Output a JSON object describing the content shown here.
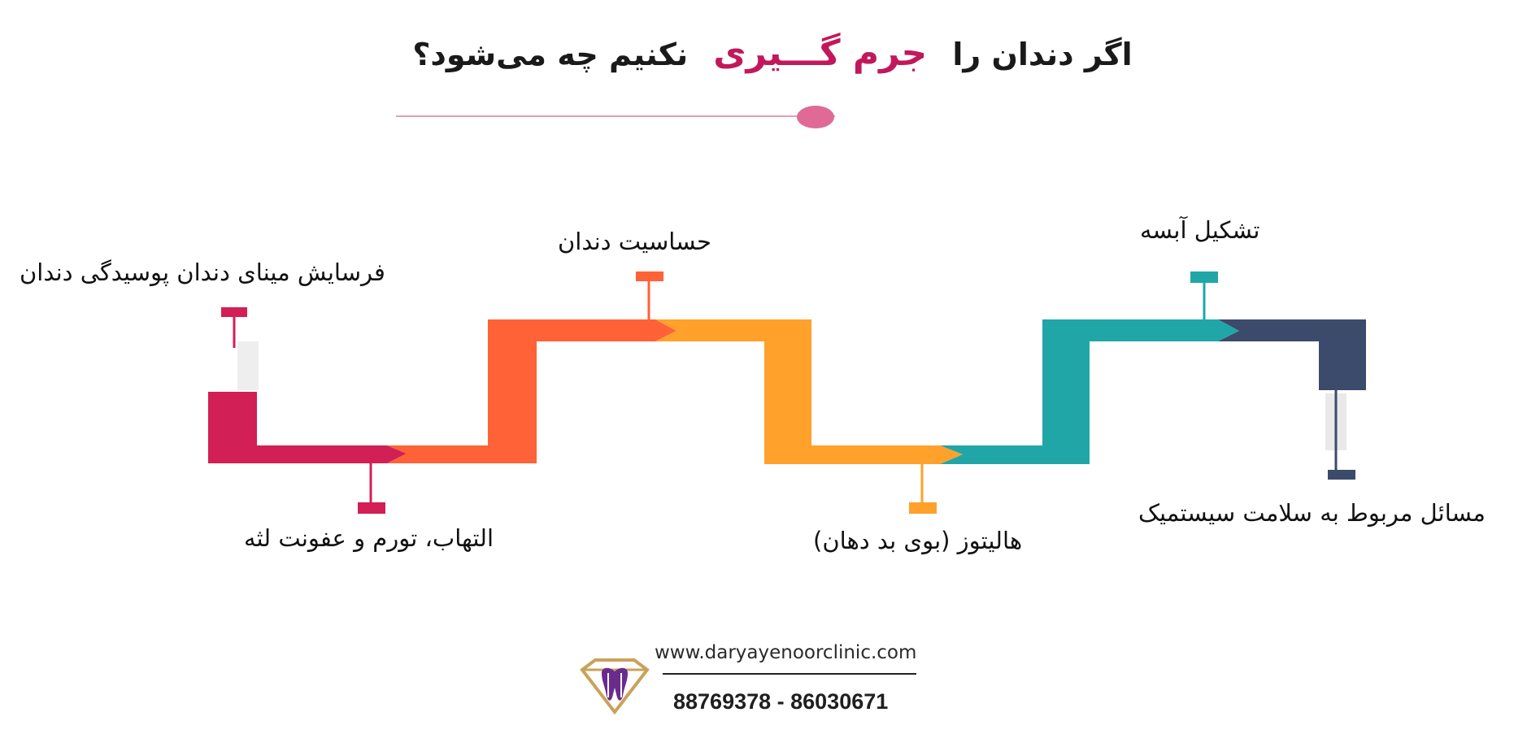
{
  "title": {
    "part_start": "اگر دندان را",
    "highlight": "جرم گـــیری",
    "part_end": "نکنیم چه می‌شود؟"
  },
  "colors": {
    "crimson": "#d21f55",
    "orange": "#ff6236",
    "amber": "#ffa12b",
    "teal": "#21a6a8",
    "navy": "#3c4a6b",
    "title_highlight": "#c2185b"
  },
  "steps": [
    {
      "label": "فرسایش مینای دندان پوسیدگی دندان",
      "color": "#d21f55",
      "position": "top"
    },
    {
      "label": "التهاب، تورم و عفونت لثه",
      "color": "#d21f55",
      "position": "bottom"
    },
    {
      "label": "حساسیت دندان",
      "color": "#ff6236",
      "position": "top"
    },
    {
      "label": "هالیتوز (بوی بد دهان)",
      "color": "#ffa12b",
      "position": "bottom"
    },
    {
      "label": "تشکیل آبسه",
      "color": "#21a6a8",
      "position": "top"
    },
    {
      "label": "مسائل مربوط به سلامت سیستمیک",
      "color": "#3c4a6b",
      "position": "bottom"
    }
  ],
  "footer": {
    "website": "www.daryayenoorclinic.com",
    "phones": "88769378 - 86030671",
    "logo_icon": "tooth-diamond-logo-icon"
  }
}
